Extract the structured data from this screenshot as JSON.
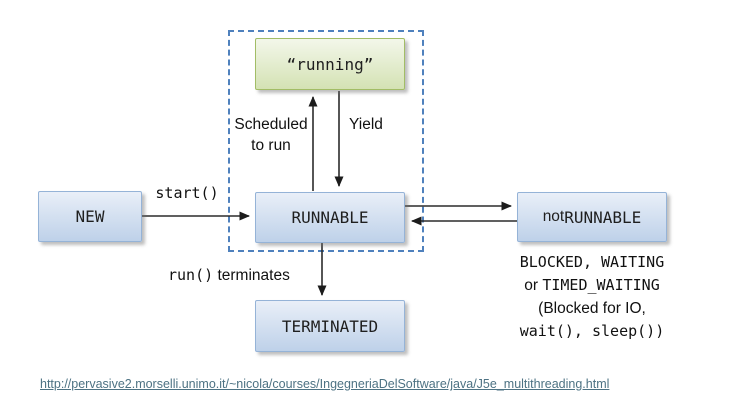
{
  "colors": {
    "box_blue_top": "#e9eff8",
    "box_blue_bottom": "#bed1e9",
    "box_blue_border": "#95b3d7",
    "box_green_top": "#f3f7ea",
    "box_green_bottom": "#d4e2b4",
    "box_green_border": "#a2bd66",
    "dashed_border": "#4f81bd",
    "arrow": "#2b2b2b",
    "link": "#4d7283"
  },
  "states": {
    "running": "“running”",
    "new": "NEW",
    "runnable": "RUNNABLE",
    "not_runnable_prefix": "not ",
    "not_runnable": "RUNNABLE",
    "terminated": "TERMINATED"
  },
  "transitions": {
    "start": "start()",
    "scheduled_to_run": "Scheduled to run",
    "yield": "Yield",
    "run_code": "run()",
    "terminates": " terminates"
  },
  "not_runnable_note": {
    "line1": "BLOCKED, WAITING",
    "line2_prefix": "or ",
    "line2_code": "TIMED_WAITING",
    "line3": "(Blocked for IO,",
    "line4": "wait(), sleep())"
  },
  "footer": {
    "source_url": "http://pervasive2.morselli.unimo.it/~nicola/courses/IngegneriaDelSoftware/java/J5e_multithreading.html"
  }
}
